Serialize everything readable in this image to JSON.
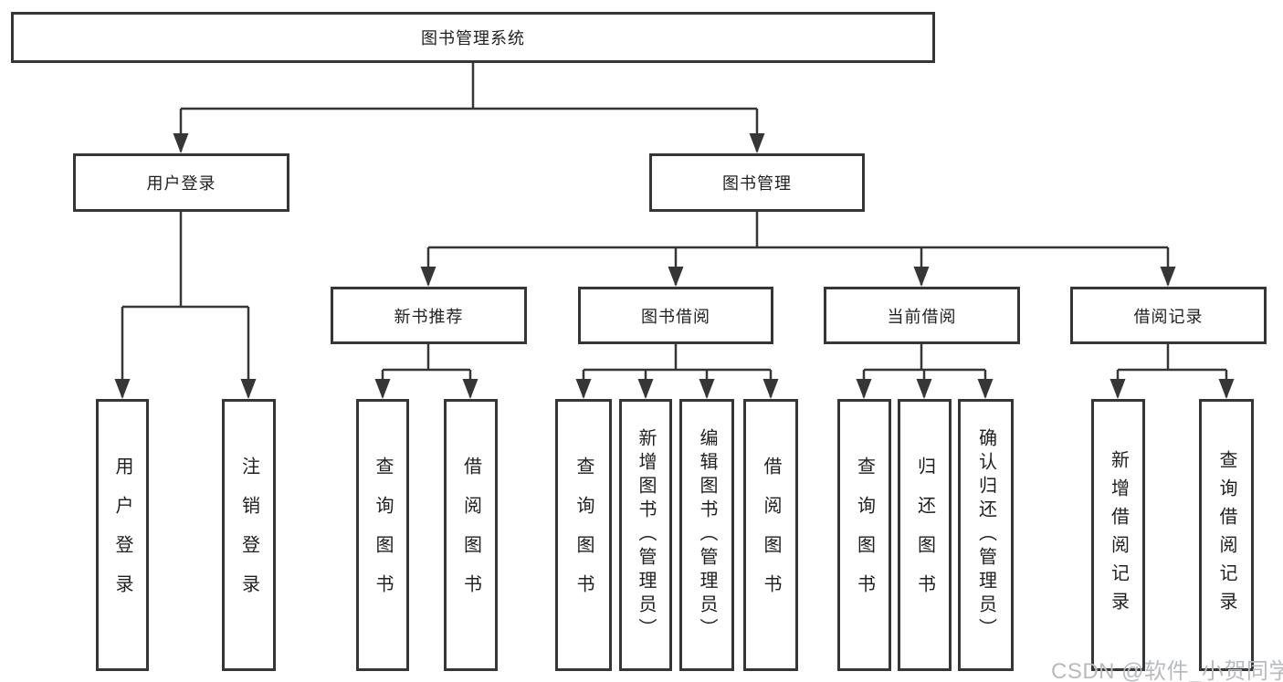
{
  "diagram": {
    "root": {
      "label": "图书管理系统"
    },
    "user_login": {
      "label": "用户登录",
      "children": [
        {
          "label": "用户登录"
        },
        {
          "label": "注销登录"
        }
      ]
    },
    "book_mgmt": {
      "label": "图书管理",
      "groups": [
        {
          "label": "新书推荐",
          "children": [
            {
              "label": "查询图书"
            },
            {
              "label": "借阅图书"
            }
          ]
        },
        {
          "label": "图书借阅",
          "children": [
            {
              "label": "查询图书"
            },
            {
              "label": "新增图书（管理员）"
            },
            {
              "label": "编辑图书（管理员）"
            },
            {
              "label": "借阅图书"
            }
          ]
        },
        {
          "label": "当前借阅",
          "children": [
            {
              "label": "查询图书"
            },
            {
              "label": "归还图书"
            },
            {
              "label": "确认归还（管理员）"
            }
          ]
        },
        {
          "label": "借阅记录",
          "children": [
            {
              "label": "新增借阅记录"
            },
            {
              "label": "查询借阅记录"
            }
          ]
        }
      ]
    },
    "watermark": "CSDN @软件_小贺同学",
    "colors": {
      "line": "#363636",
      "box_border": "#363636",
      "text": "#1f1f1f",
      "watermark": "#b7bbbf",
      "background": "#ffffff"
    }
  }
}
